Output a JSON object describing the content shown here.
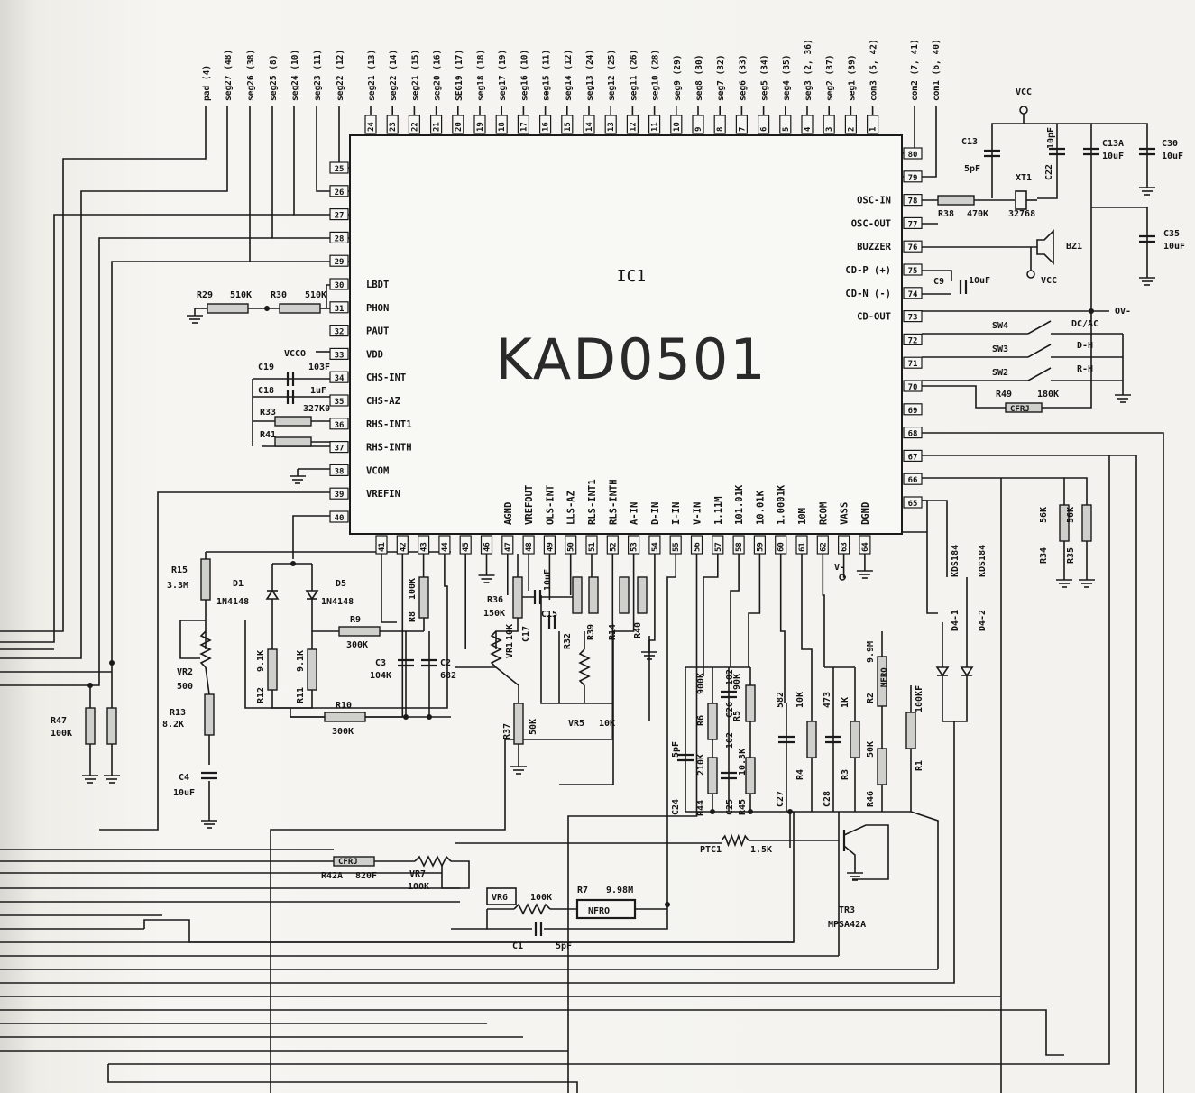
{
  "ic": {
    "ref": "IC1",
    "part": "KAD0501",
    "top_pins": [
      "24",
      "23",
      "22",
      "21",
      "20",
      "19",
      "18",
      "17",
      "16",
      "15",
      "14",
      "13",
      "12",
      "11",
      "10",
      "9",
      "8",
      "7",
      "6",
      "5",
      "4",
      "3",
      "2",
      "1"
    ],
    "top_nets": [
      "seg21 (13)",
      "seg22 (14)",
      "seg21 (15)",
      "seg20 (16)",
      "SEG19 (17)",
      "seg18 (18)",
      "seg17 (19)",
      "seg16 (10)",
      "seg15 (11)",
      "seg14 (12)",
      "seg13 (24)",
      "seg12 (25)",
      "seg11 (26)",
      "seg10 (28)",
      "seg9 (29)",
      "seg8 (30)",
      "seg7 (32)",
      "seg6 (33)",
      "seg5 (34)",
      "seg4 (35)",
      "seg3 (2, 36)",
      "seg2 (37)",
      "seg1 (39)",
      "com3 (5, 42)"
    ],
    "top_left_nets": [
      "pad (4)",
      "seg27 (48)",
      "seg26 (38)",
      "seg25 (8)",
      "seg24 (10)",
      "seg23 (11)",
      "seg22 (12)"
    ],
    "com_nets": [
      "com2 (7, 41)",
      "com1 (6, 40)"
    ],
    "left_pins": [
      "25",
      "26",
      "27",
      "28",
      "29",
      "30",
      "31",
      "32",
      "33",
      "34",
      "35",
      "36",
      "37",
      "38",
      "39",
      "40"
    ],
    "left_pin_names": [
      "LBDT",
      "PHON",
      "PAUT",
      "VDD",
      "CHS-INT",
      "CHS-AZ",
      "RHS-INT1",
      "RHS-INTH",
      "VCOM",
      "VREFIN"
    ],
    "right_pins": [
      "80",
      "79",
      "78",
      "77",
      "76",
      "75",
      "74",
      "73",
      "72",
      "71",
      "70",
      "69",
      "68",
      "67",
      "66",
      "65"
    ],
    "right_pin_names": [
      "OSC-IN",
      "OSC-OUT",
      "BUZZER",
      "CD-P (+)",
      "CD-N (-)",
      "CD-OUT"
    ],
    "bottom_pins": [
      "41",
      "42",
      "43",
      "44",
      "45",
      "46",
      "47",
      "48",
      "49",
      "50",
      "51",
      "52",
      "53",
      "54",
      "55",
      "56",
      "57",
      "58",
      "59",
      "60",
      "61",
      "62",
      "63",
      "64"
    ],
    "bottom_pin_names": [
      "AGND",
      "VREFOUT",
      "OLS-INT",
      "LLS-AZ",
      "RLS-INT1",
      "RLS-INTH",
      "A-IN",
      "D-IN",
      "I-IN",
      "V-IN",
      "1.11M",
      "101.01K",
      "10.01K",
      "1.0001K",
      "10M",
      "RCOM",
      "VASS",
      "DGND"
    ]
  },
  "labels": {
    "vcc": "VCC",
    "vcc2": "VCC",
    "vcco": "VCCO",
    "c13": "C13",
    "c13v": "5pF",
    "c22": "C22",
    "c22v": "10pF",
    "c13a": "C13A",
    "c13av": "10uF",
    "c30": "C30",
    "c30v": "10uF",
    "c35": "C35",
    "c35v": "10uF",
    "xt1": "XT1",
    "xt1v": "32768",
    "r38": "R38",
    "r38v": "470K",
    "bz1": "BZ1",
    "c9": "C9",
    "c9v": "10uF",
    "ov": "OV-",
    "sw4": "SW4",
    "sw3": "SW3",
    "sw2": "SW2",
    "dcac": "DC/AC",
    "dh": "D-H",
    "rh": "R-H",
    "r49": "R49",
    "r49v": "180K",
    "r29": "R29",
    "r29v": "510K",
    "r30": "R30",
    "r30v": "510K",
    "c19": "C19",
    "c19v": "103F",
    "c18": "C18",
    "c18v": "1uF",
    "r33": "R33",
    "r33v": "327K0",
    "r41": "R41",
    "r15": "R15",
    "r15v": "3.3M",
    "d1": "D1",
    "d1v": "1N4148",
    "d5": "D5",
    "d5v": "1N4148",
    "r9": "R9",
    "r9v": "300K",
    "r8": "R8",
    "r8v": "100K",
    "r12": "R12",
    "r12v": "9.1K",
    "r11": "R11",
    "r11v": "9.1K",
    "c3": "C3",
    "c3v": "104K",
    "c2": "C2",
    "c2v": "682",
    "vr2": "VR2",
    "vr2v": "500",
    "r13": "R13",
    "r13v": "8.2K",
    "r10": "R10",
    "r10v": "300K",
    "c4": "C4",
    "c4v": "10uF",
    "r47": "R47",
    "r47v": "100K",
    "r36": "R36",
    "r36v": "150K",
    "vr1": "VR1",
    "vr1v": "10K",
    "r37": "R37",
    "r37v": "50K",
    "c17": "C17",
    "c17v": "10uF",
    "c15": "C15",
    "r32": "R32",
    "r39": "R39",
    "r14": "R14",
    "r40": "R40",
    "vr5": "VR5",
    "vr5v": "10K",
    "r6": "R6",
    "r6v": "900K",
    "c26": "C26",
    "c26v": "102",
    "r5": "R5",
    "r5v": "90K",
    "c24": "C24",
    "c24v": "5pF",
    "r44": "R44",
    "r44v": "210K",
    "c25": "C25",
    "c25v": "102",
    "r45": "R45",
    "r45v": "10.3K",
    "c27": "C27",
    "c27v": "582",
    "r4": "R4",
    "r4v": "10K",
    "c28": "C28",
    "c28v": "473",
    "r3": "R3",
    "r3v": "1K",
    "r2": "R2",
    "r2v": "9.9M",
    "r46": "R46",
    "r46v": "50K",
    "r1": "R1",
    "r1v": "100KF",
    "d41": "D4-1",
    "d41v": "KDS184",
    "d42": "D4-2",
    "d42v": "KDS184",
    "r34": "R34",
    "r34v": "56K",
    "r35": "R35",
    "r35v": "56K",
    "ptc1": "PTC1",
    "ptc1v": "1.5K",
    "tr3": "TR3",
    "tr3v": "MPSA42A",
    "r42a": "R42A",
    "r42av": "820F",
    "vr7": "VR7",
    "vr7v": "100K",
    "vr6": "VR6",
    "vr6v": "100K",
    "r7": "R7",
    "r7v": "9.98M",
    "c1": "C1",
    "c1v": "5pF",
    "v-minus": "V-",
    "mfro": "MFRO",
    "nfro": "NFRO",
    "cfrj": "CFRJ"
  },
  "colors": {
    "ink": "#1a1a1a",
    "paper": "#f4f3ef"
  }
}
